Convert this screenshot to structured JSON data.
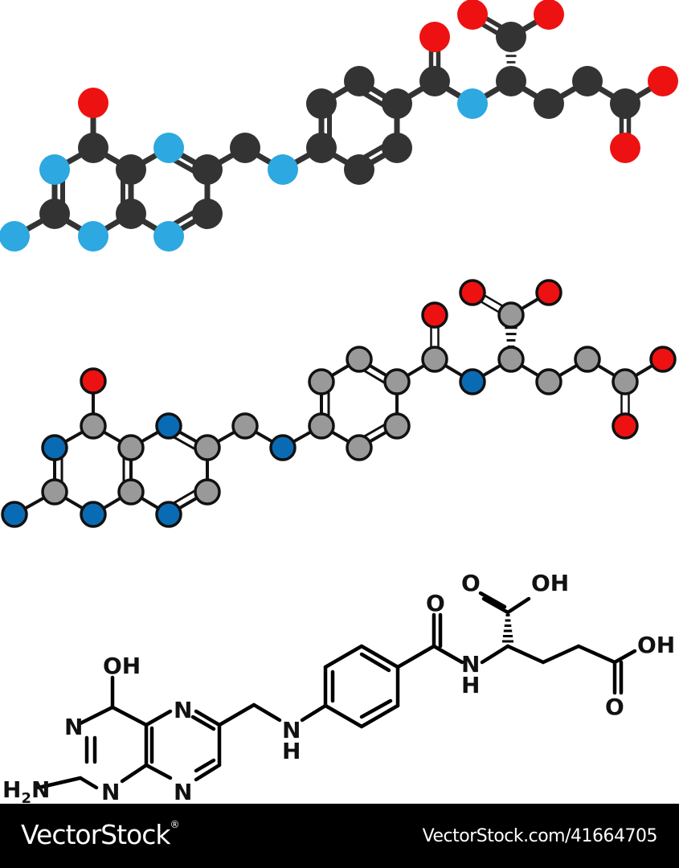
{
  "figure": {
    "colors": {
      "carbon_dark": "#333333",
      "carbon_grey": "#999999",
      "nitrogen_light": "#2DA8E0",
      "nitrogen_dark": "#0A6BB5",
      "oxygen": "#EE1111",
      "outline": "#111111",
      "background": "#FFFFFF"
    },
    "models": [
      "ball-and-stick",
      "outlined-ball-and-stick",
      "skeletal-formula"
    ],
    "skeletal_labels": {
      "hydroxyl_top": "OH",
      "ring_n_upper": "N",
      "ring_n_left": "N",
      "ring_n_bottom_left": "N",
      "ring_n_bottom_right": "N",
      "amino": "H",
      "amino_sub": "2",
      "amino_n": "N",
      "amine_n": "N",
      "amine_h": "H",
      "carbonyl_o": "O",
      "amide_n": "N",
      "amide_h": "H",
      "acid1_o": "O",
      "acid1_oh": "OH",
      "acid2_oh": "OH",
      "acid2_o": "O"
    }
  },
  "footer": {
    "brand": "VectorStock",
    "registered_mark": "®",
    "stock_id": "VectorStock.com/41664705"
  }
}
